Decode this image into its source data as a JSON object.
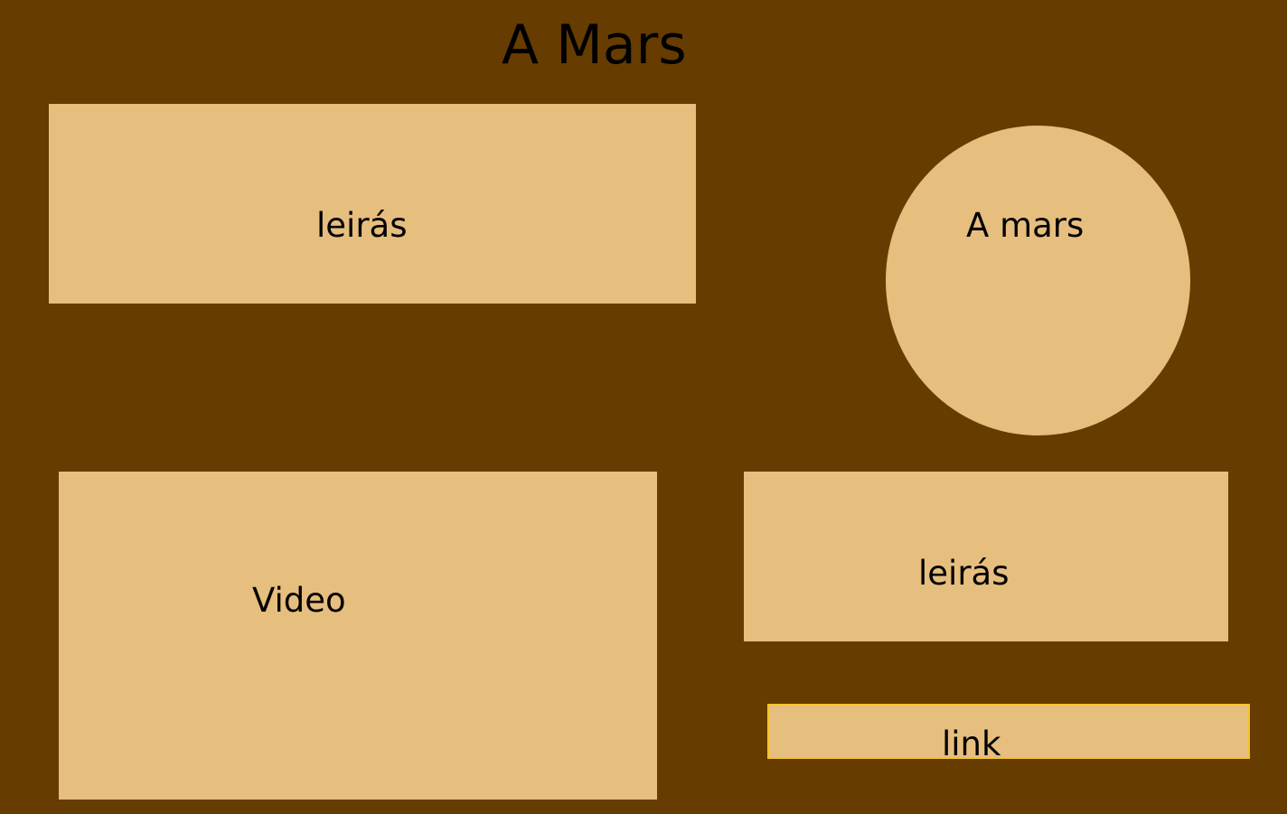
{
  "page": {
    "title": "A Mars"
  },
  "sections": {
    "description_top": "leirás",
    "mars_circle": "A mars",
    "video": "Video",
    "description_bottom": "leirás",
    "link": "link"
  },
  "colors": {
    "background": "#663c00",
    "box_fill": "#e6be7e",
    "link_border": "#f5c32c",
    "text": "#000000"
  }
}
